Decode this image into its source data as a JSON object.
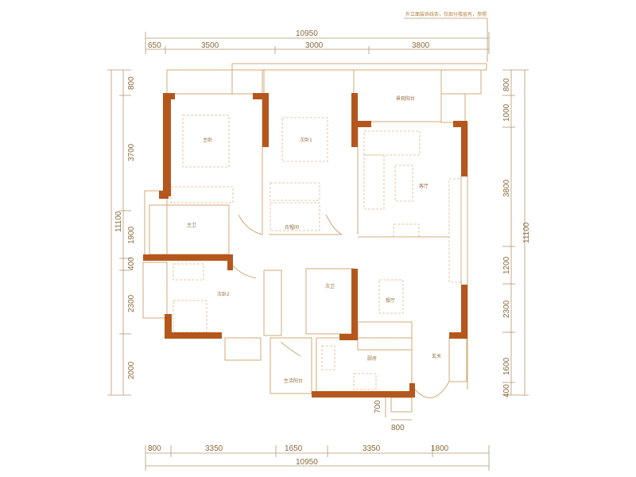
{
  "note": "外立面装饰线条，仅部分楼层有，参照",
  "colors": {
    "wall": "#b5571c",
    "line": "#d2aa78",
    "text": "#8a6a3c"
  },
  "rooms": {
    "master_bedroom": "主卧",
    "second_bedroom_1": "次卧1",
    "cloakroom": "衣帽间",
    "living_room": "客厅",
    "landscape_balcony": "景观阳台",
    "master_bath": "主卫",
    "second_bedroom_2": "次卧2",
    "second_bath": "次卫",
    "dining_room": "餐厅",
    "kitchen": "厨房",
    "service_balcony": "生活阳台",
    "foyer": "玄关"
  },
  "dimensions": {
    "top_total": "10950",
    "top": [
      "650",
      "3500",
      "3000",
      "3800"
    ],
    "bottom": [
      "800",
      "3350",
      "1650",
      "3350",
      "1800"
    ],
    "bottom_total": "10950",
    "left": [
      "800",
      "3700",
      "1900",
      "400",
      "2300",
      "2000"
    ],
    "left_total": "11100",
    "right": [
      "800",
      "1000",
      "3800",
      "1200",
      "2300",
      "1600",
      "400"
    ],
    "right_total": "11100",
    "entry_v": "700",
    "entry_h": "800"
  }
}
